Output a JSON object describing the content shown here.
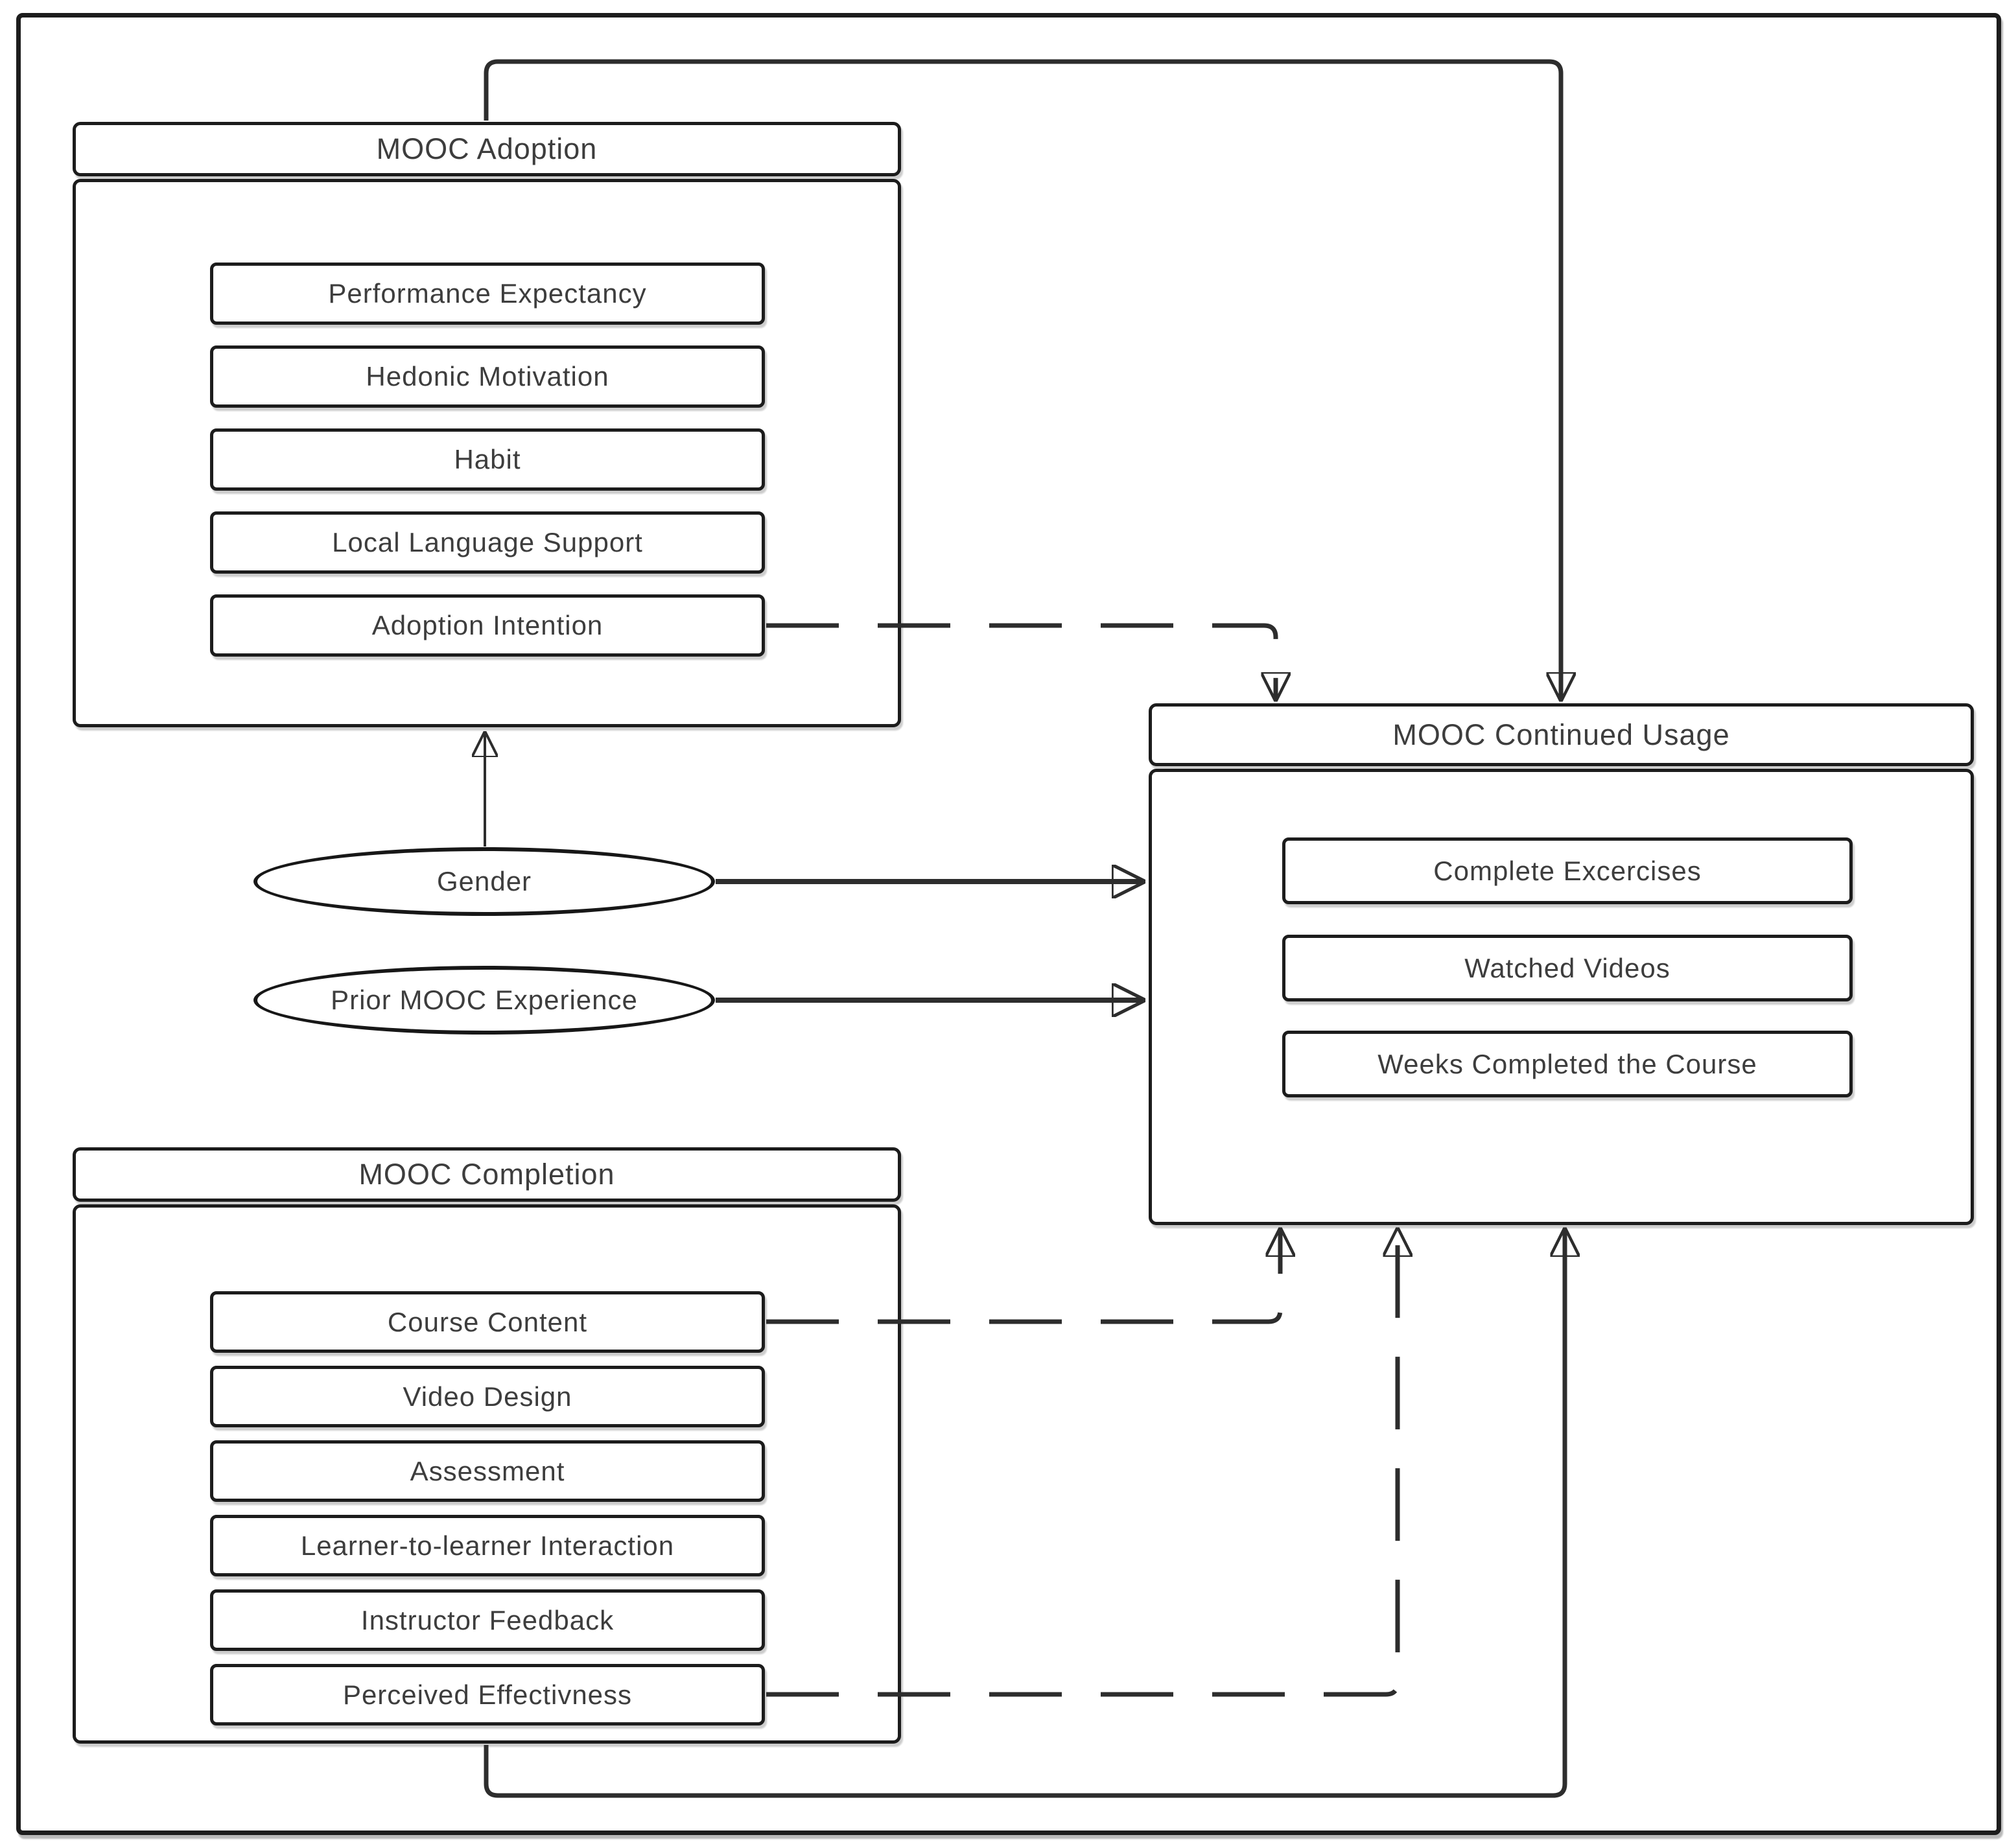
{
  "diagram": {
    "type": "research-model-flowchart",
    "groups": {
      "adoption": {
        "title": "MOOC Adoption",
        "items": [
          "Performance Expectancy",
          "Hedonic Motivation",
          "Habit",
          "Local Language Support",
          "Adoption Intention"
        ]
      },
      "continued_usage": {
        "title": "MOOC Continued Usage",
        "items": [
          "Complete Excercises",
          "Watched Videos",
          "Weeks Completed the Course"
        ]
      },
      "completion": {
        "title": "MOOC Completion",
        "items": [
          "Course Content",
          "Video Design",
          "Assessment",
          "Learner-to-learner Interaction",
          "Instructor Feedback",
          "Perceived Effectivness"
        ]
      }
    },
    "moderators": [
      "Gender",
      "Prior MOOC Experience"
    ],
    "edges": [
      {
        "from": "MOOC Adoption",
        "to": "MOOC Continued Usage",
        "style": "solid",
        "arrow": "into-top"
      },
      {
        "from": "Adoption Intention",
        "to": "MOOC Continued Usage",
        "style": "dashed",
        "arrow": "into-top"
      },
      {
        "from": "Gender",
        "to": "MOOC Adoption",
        "style": "solid",
        "arrow": "into-bottom"
      },
      {
        "from": "Gender",
        "to": "MOOC Continued Usage",
        "style": "solid",
        "arrow": "into-left"
      },
      {
        "from": "Prior MOOC Experience",
        "to": "MOOC Continued Usage",
        "style": "solid",
        "arrow": "into-left"
      },
      {
        "from": "Course Content",
        "to": "MOOC Continued Usage",
        "style": "dashed",
        "arrow": "into-bottom"
      },
      {
        "from": "Perceived Effectivness",
        "to": "MOOC Continued Usage",
        "style": "dashed",
        "arrow": "into-bottom"
      },
      {
        "from": "MOOC Completion",
        "to": "MOOC Continued Usage",
        "style": "solid",
        "arrow": "into-bottom"
      }
    ],
    "colors": {
      "background": "#ffffff",
      "box_stroke": "#1c1c1c",
      "connector": "#2d2d2d",
      "text": "#3d3d3d"
    }
  }
}
